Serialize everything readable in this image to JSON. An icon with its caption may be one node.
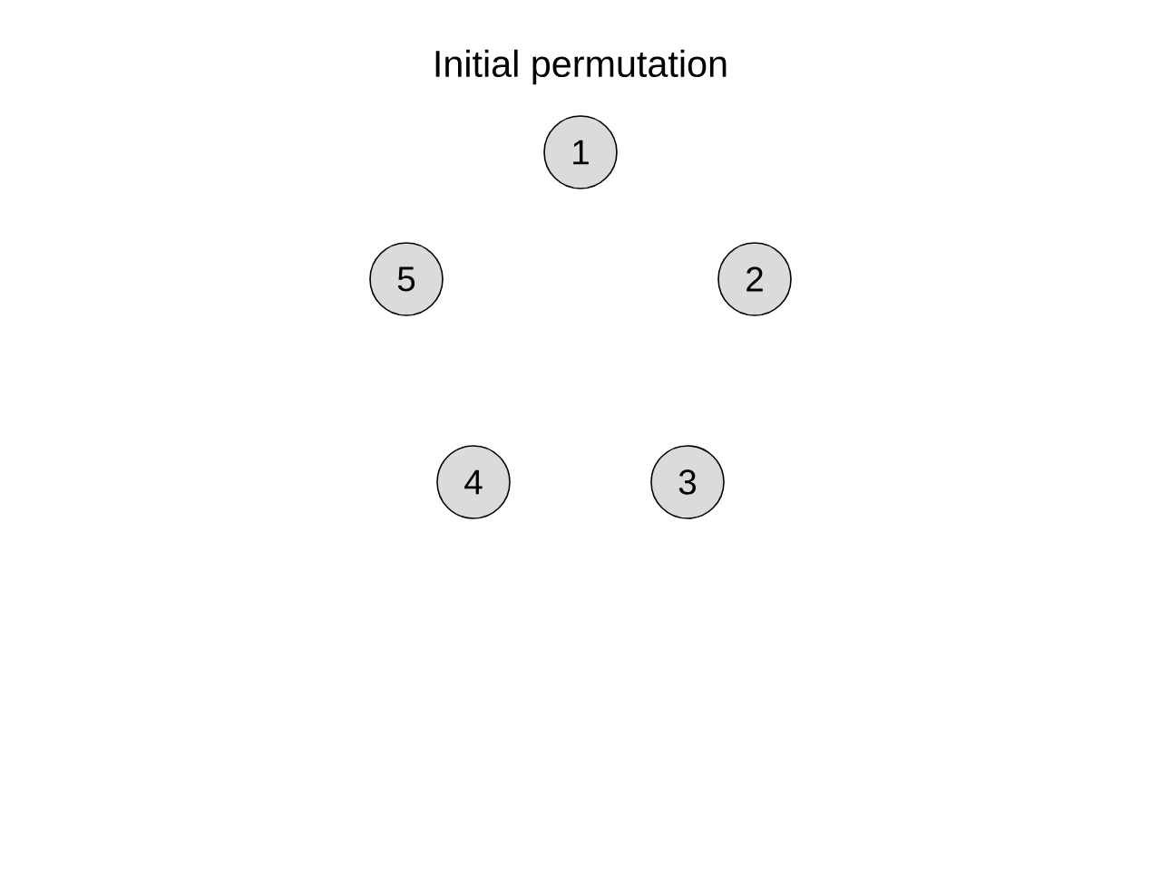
{
  "diagram": {
    "title": "Initial permutation",
    "nodes": [
      {
        "text": [
          "1"
        ]
      },
      {
        "text": [
          "2"
        ]
      },
      {
        "text": [
          "3"
        ]
      },
      {
        "text": [
          "4"
        ]
      },
      {
        "text": [
          "5"
        ]
      }
    ]
  }
}
